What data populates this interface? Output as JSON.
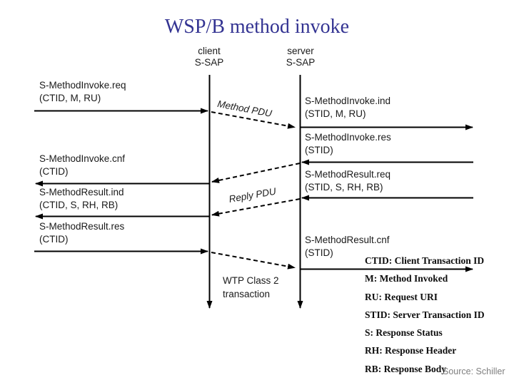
{
  "slide": {
    "title": "WSP/B method invoke",
    "source_note": "Source: Schiller"
  },
  "diagram": {
    "client_column": {
      "role": "client",
      "sap": "S-SAP"
    },
    "server_column": {
      "role": "server",
      "sap": "S-SAP"
    },
    "client_events": [
      {
        "name": "S-MethodInvoke.req",
        "params": "(CTID, M, RU)"
      },
      {
        "name": "S-MethodInvoke.cnf",
        "params": "(CTID)"
      },
      {
        "name": "S-MethodResult.ind",
        "params": "(CTID, S, RH, RB)"
      },
      {
        "name": "S-MethodResult.res",
        "params": "(CTID)"
      }
    ],
    "server_events": [
      {
        "name": "S-MethodInvoke.ind",
        "params": "(STID, M, RU)"
      },
      {
        "name": "S-MethodInvoke.res",
        "params": "(STID)"
      },
      {
        "name": "S-MethodResult.req",
        "params": "(STID, S, RH, RB)"
      },
      {
        "name": "S-MethodResult.cnf",
        "params": "(STID)"
      }
    ],
    "pdu_labels": {
      "method": "Method PDU",
      "reply": "Reply PDU"
    },
    "transaction_note": {
      "line1": "WTP Class 2",
      "line2": "transaction"
    }
  },
  "legend": {
    "items": [
      "CTID: Client Transaction ID",
      "M: Method Invoked",
      "RU: Request URI",
      "STID: Server Transaction ID",
      "S: Response Status",
      "RH: Response Header",
      "RB: Response Body"
    ]
  },
  "colors": {
    "title": "#333392",
    "line": "#000000",
    "source": "#7f7f7f"
  }
}
